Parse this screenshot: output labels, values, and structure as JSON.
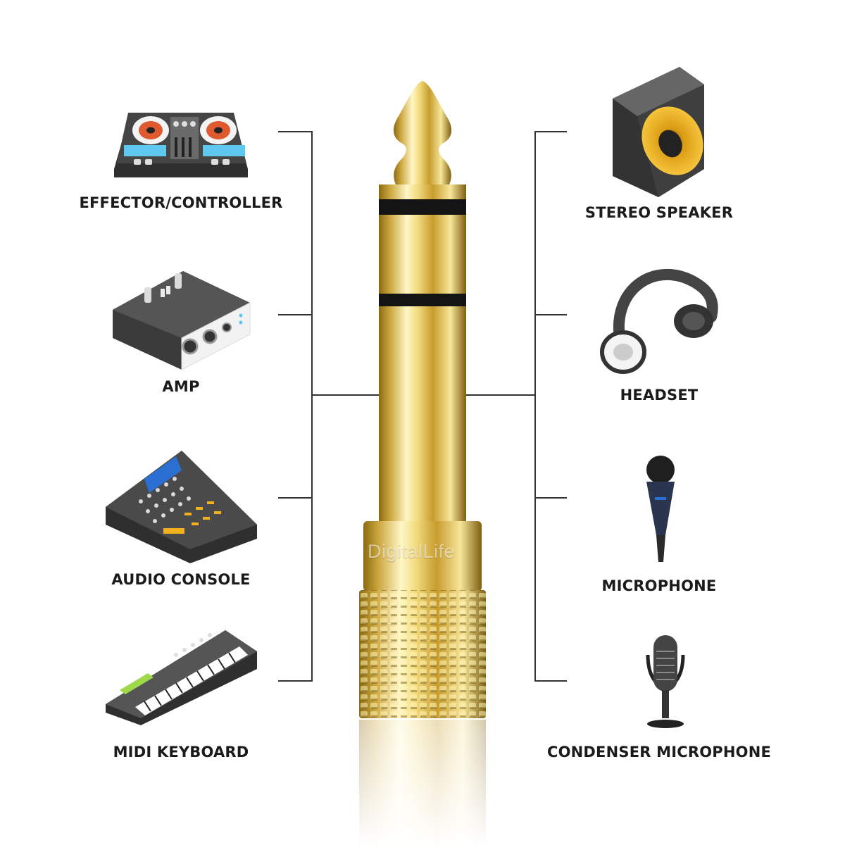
{
  "brand": {
    "engraving": "DigitalLife"
  },
  "devices": {
    "left": [
      {
        "label": "EFFECTOR/CONTROLLER",
        "icon": "dj-controller-icon"
      },
      {
        "label": "AMP",
        "icon": "amplifier-icon"
      },
      {
        "label": "AUDIO CONSOLE",
        "icon": "mixing-console-icon"
      },
      {
        "label": "MIDI KEYBOARD",
        "icon": "midi-keyboard-icon"
      }
    ],
    "right": [
      {
        "label": "STEREO SPEAKER",
        "icon": "speaker-icon"
      },
      {
        "label": "HEADSET",
        "icon": "headphones-icon"
      },
      {
        "label": "MICROPHONE",
        "icon": "microphone-icon"
      },
      {
        "label": "CONDENSER MICROPHONE",
        "icon": "condenser-microphone-icon"
      }
    ]
  },
  "colors": {
    "gold": "#d4b24a",
    "gold_light": "#fbf0b0",
    "gold_dark": "#8a6a14",
    "line": "#333333",
    "device_dark": "#3d3d3d",
    "accent_orange": "#f2b01e",
    "accent_blue": "#5ec8ef"
  }
}
